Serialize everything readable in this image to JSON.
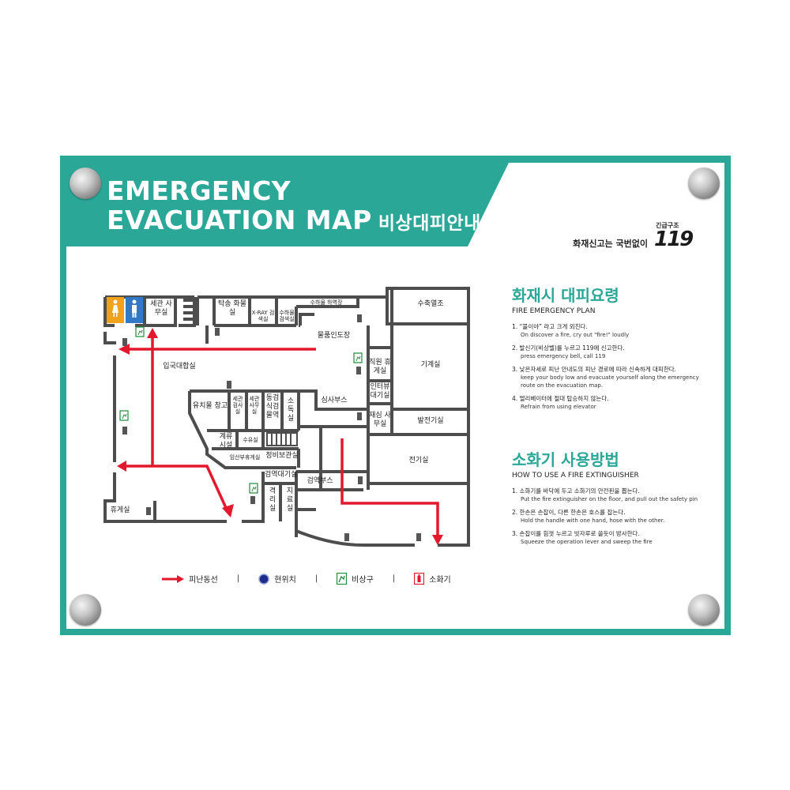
{
  "header": {
    "title_line1": "EMERGENCY",
    "title_line2": "EVACUATION MAP",
    "title_ko": "비상대피안내도"
  },
  "report": {
    "text": "화재신고는 국번없이",
    "sub": "긴급구조",
    "number": "119"
  },
  "map": {
    "rooms": {
      "washroom_office": "세관 사무실",
      "baggage_room": "탁송 화물실",
      "xray": "X-RAY 검색실",
      "hand_baggage": "수하물 검색실",
      "hand_baggage_corridor": "수하물 하역장",
      "water_heat": "수축열조",
      "goods_handover": "물품인도장",
      "staff_lounge": "직원 휴게실",
      "machine_room": "기계실",
      "entry_hall": "입국대합실",
      "interview_waiting": "인터뷰 대기실",
      "lost_storage": "유치물 창고",
      "customs_inspect": "세관 검사실",
      "customs_office": "세관 사무실",
      "animal_plant": "동검 식검 물역",
      "disinfect": "소독실",
      "review_booth": "심사부스",
      "reexam_office": "재심 사무실",
      "generator": "발전기실",
      "weigh_facility": "계류 시설",
      "nursing": "수유실",
      "maternity_lounge": "임산부휴게실",
      "security_office": "정비보관실",
      "electrical": "전기실",
      "quarantine_waiting": "검역대기실",
      "quarantine_booth": "검역부스",
      "isolation": "격리실",
      "treatment": "지료실",
      "rest_room": "휴게실"
    }
  },
  "legend": {
    "route": "피난동선",
    "current": "현위치",
    "exit": "비상구",
    "extinguisher": "소화기",
    "sep": "|"
  },
  "fire_plan": {
    "title": "화재시 대피요령",
    "subtitle": "FIRE EMERGENCY PLAN",
    "steps": [
      {
        "ko": "1. “불이야” 라고 크게 외친다.",
        "en": "On discover a fire, cry out \"fire!\" loudly"
      },
      {
        "ko": "2. 발신기(비상벨)를 누르고 119에 신고한다.",
        "en": "press emergency bell, call 119"
      },
      {
        "ko": "3. 낮은자세로 피난 안내도의 피난 경로에 따라 신속하게 대피한다.",
        "en": "keep your body low and evacuate yourself along the emergency route on the evacuation map."
      },
      {
        "ko": "4. 엘리베이터에 절대 탑승하지 않는다.",
        "en": "Refrain from using elevator"
      }
    ]
  },
  "extinguisher_plan": {
    "title": "소화기 사용방법",
    "subtitle": "HOW TO USE A FIRE EXTINGUISHER",
    "steps": [
      {
        "ko": "1. 소화기를 바닥에 두고 소화기의 안전핀을 뽑는다.",
        "en": "Put the fire extinguisher on the floor, and pull out the safety pin"
      },
      {
        "ko": "2. 한손은 손잡이, 다른 한손은 호스를 잡는다.",
        "en": "Hold the handle with one hand, hose with the other."
      },
      {
        "ko": "3. 손잡이를 힘껏 누르고 빗자루로 쓸듯이 방사한다.",
        "en": "Squeeze the operation lever and sweep the fire"
      }
    ]
  },
  "colors": {
    "brand": "#2aa797",
    "route": "#e3182d",
    "wall": "#4d4d4d",
    "exit": "#1f8a3c",
    "current": "#1f2c8c"
  }
}
